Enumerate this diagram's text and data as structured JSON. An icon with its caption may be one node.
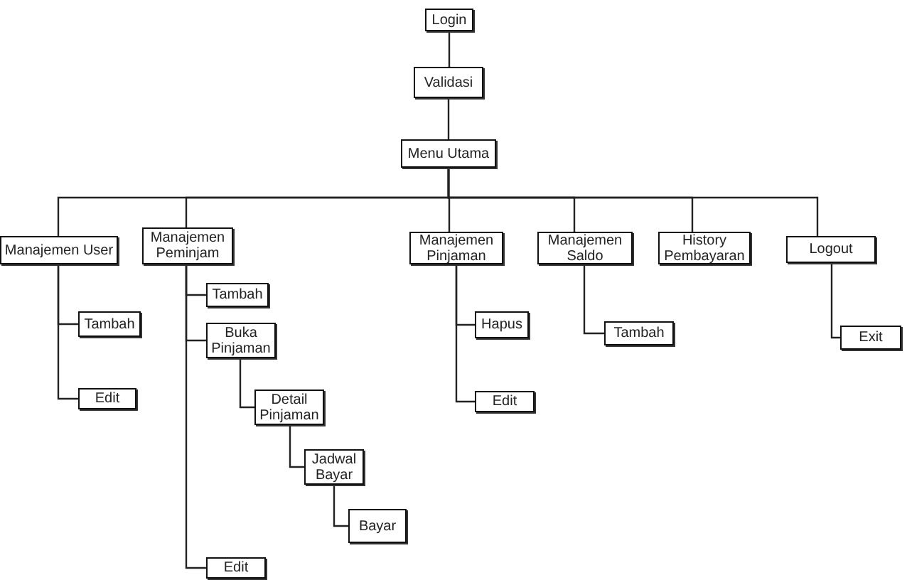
{
  "diagram": {
    "nodes": [
      {
        "text": [
          "Login"
        ]
      },
      {
        "text": [
          "Validasi"
        ]
      },
      {
        "text": [
          "Menu Utama"
        ]
      },
      {
        "text": [
          "Manajemen User"
        ]
      },
      {
        "text": [
          "Manajemen Peminjam"
        ]
      },
      {
        "text": [
          "Manajemen Pinjaman"
        ]
      },
      {
        "text": [
          "Manajemen Saldo"
        ]
      },
      {
        "text": [
          "History Pembayaran"
        ]
      },
      {
        "text": [
          "Logout"
        ]
      },
      {
        "text": [
          "Tambah"
        ]
      },
      {
        "text": [
          "Edit"
        ]
      },
      {
        "text": [
          "Tambah"
        ]
      },
      {
        "text": [
          "Buka Pinjaman"
        ]
      },
      {
        "text": [
          "Detail Pinjaman"
        ]
      },
      {
        "text": [
          "Jadwal Bayar"
        ]
      },
      {
        "text": [
          "Bayar"
        ]
      },
      {
        "text": [
          "Edit"
        ]
      },
      {
        "text": [
          "Hapus"
        ]
      },
      {
        "text": [
          "Edit"
        ]
      },
      {
        "text": [
          "Tambah"
        ]
      },
      {
        "text": [
          "Exit"
        ]
      }
    ],
    "edges": [
      {
        "from": 0,
        "to": 1,
        "arrow": "none"
      },
      {
        "from": 1,
        "to": 2,
        "arrow": "none"
      },
      {
        "from": 2,
        "to": 3,
        "arrow": "none"
      },
      {
        "from": 2,
        "to": 4,
        "arrow": "none"
      },
      {
        "from": 2,
        "to": 5,
        "arrow": "none"
      },
      {
        "from": 2,
        "to": 6,
        "arrow": "none"
      },
      {
        "from": 2,
        "to": 7,
        "arrow": "none"
      },
      {
        "from": 2,
        "to": 8,
        "arrow": "none"
      },
      {
        "from": 3,
        "to": 9,
        "arrow": "none"
      },
      {
        "from": 3,
        "to": 10,
        "arrow": "none"
      },
      {
        "from": 4,
        "to": 11,
        "arrow": "none"
      },
      {
        "from": 4,
        "to": 12,
        "arrow": "none"
      },
      {
        "from": 12,
        "to": 13,
        "arrow": "none"
      },
      {
        "from": 13,
        "to": 14,
        "arrow": "none"
      },
      {
        "from": 14,
        "to": 15,
        "arrow": "none"
      },
      {
        "from": 4,
        "to": 16,
        "arrow": "none"
      },
      {
        "from": 5,
        "to": 17,
        "arrow": "none"
      },
      {
        "from": 5,
        "to": 18,
        "arrow": "none"
      },
      {
        "from": 6,
        "to": 19,
        "arrow": "none"
      },
      {
        "from": 8,
        "to": 20,
        "arrow": "none"
      }
    ]
  }
}
